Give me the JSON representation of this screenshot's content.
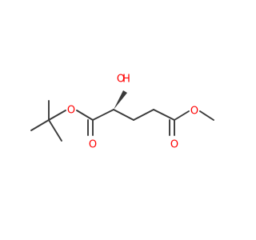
{
  "molecule": {
    "atoms": {
      "hydroxyl": "O",
      "hydroxyl_h": "H",
      "ester_o_left": "O",
      "carbonyl_o_left": "O",
      "ester_o_right": "O",
      "carbonyl_o_right": "O"
    },
    "colors": {
      "bond": "#3a3a3a",
      "oxygen": "#ff0000",
      "background": "#ffffff"
    }
  }
}
